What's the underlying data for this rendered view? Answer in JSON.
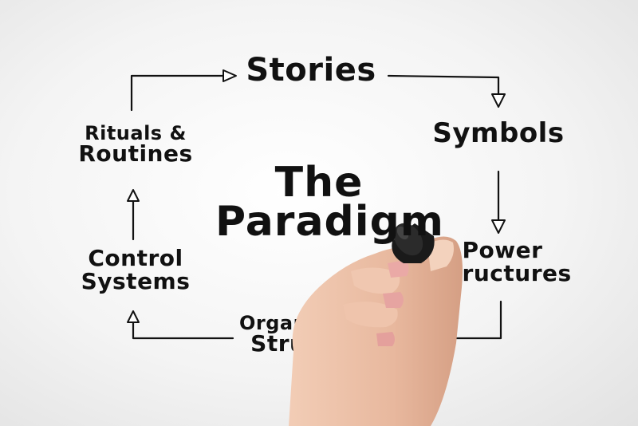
{
  "diagram": {
    "title": [
      "The",
      "Paradigm"
    ],
    "nodes": {
      "stories": [
        "Stories"
      ],
      "symbols": [
        "Symbols"
      ],
      "power_structures": [
        "Power",
        "Structures"
      ],
      "organizational_structures": [
        "Organizational",
        "Structures"
      ],
      "control_systems": [
        "Control",
        "Systems"
      ],
      "rituals_routines": [
        "Rituals &",
        "Routines"
      ]
    },
    "flow": [
      "stories",
      "symbols",
      "power_structures",
      "organizational_structures",
      "control_systems",
      "rituals_routines",
      "stories"
    ],
    "colors": {
      "ink": "#111111",
      "skin": "#e8b89e",
      "marker": "#1a1a1a"
    }
  }
}
